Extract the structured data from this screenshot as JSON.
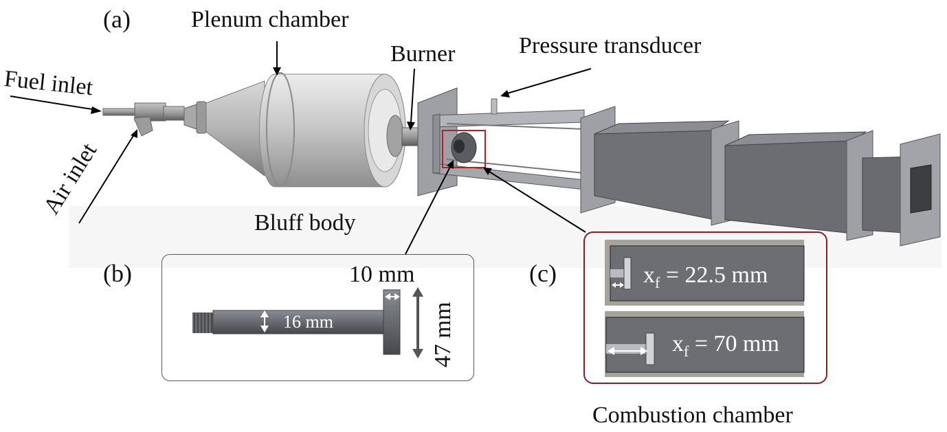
{
  "panels": {
    "a": "(a)",
    "b": "(b)",
    "c": "(c)"
  },
  "labels": {
    "plenum_chamber": "Plenum chamber",
    "burner": "Burner",
    "pressure_transducer": "Pressure transducer",
    "fuel_inlet": "Fuel inlet",
    "air_inlet": "Air inlet",
    "bluff_body": "Bluff body",
    "combustion_chamber": "Combustion chamber"
  },
  "bluff_body_dims": {
    "thickness": "10 mm",
    "shaft_diameter": "16 mm",
    "disc_diameter": "47 mm"
  },
  "positions": {
    "xf_symbol": "x",
    "xf_subscript": "f",
    "xf_1": "= 22.5 mm",
    "xf_2": "= 70 mm"
  },
  "colors": {
    "highlight_box": "#b22222",
    "inset_border": "#8b1f1f",
    "metal_dark": "#5f6168",
    "metal_light": "#c9c9c9"
  }
}
